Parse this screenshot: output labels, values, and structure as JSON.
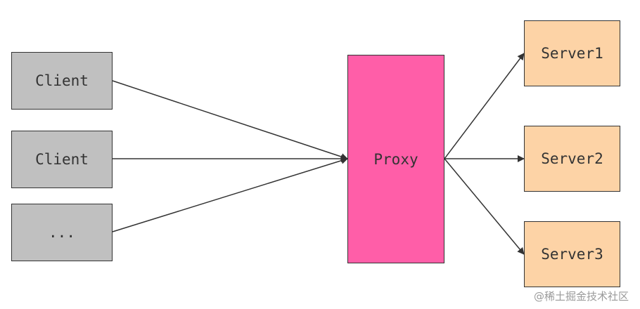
{
  "diagram": {
    "clients": [
      {
        "label": "Client"
      },
      {
        "label": "Client"
      },
      {
        "label": "..."
      }
    ],
    "proxy": {
      "label": "Proxy"
    },
    "servers": [
      {
        "label": "Server1"
      },
      {
        "label": "Server2"
      },
      {
        "label": "Server3"
      }
    ],
    "colors": {
      "client_fill": "#c0c0c0",
      "proxy_fill": "#ff5ea8",
      "server_fill": "#fdd3a6",
      "stroke": "#333333"
    }
  },
  "watermark": {
    "text": "@稀土掘金技术社区"
  }
}
